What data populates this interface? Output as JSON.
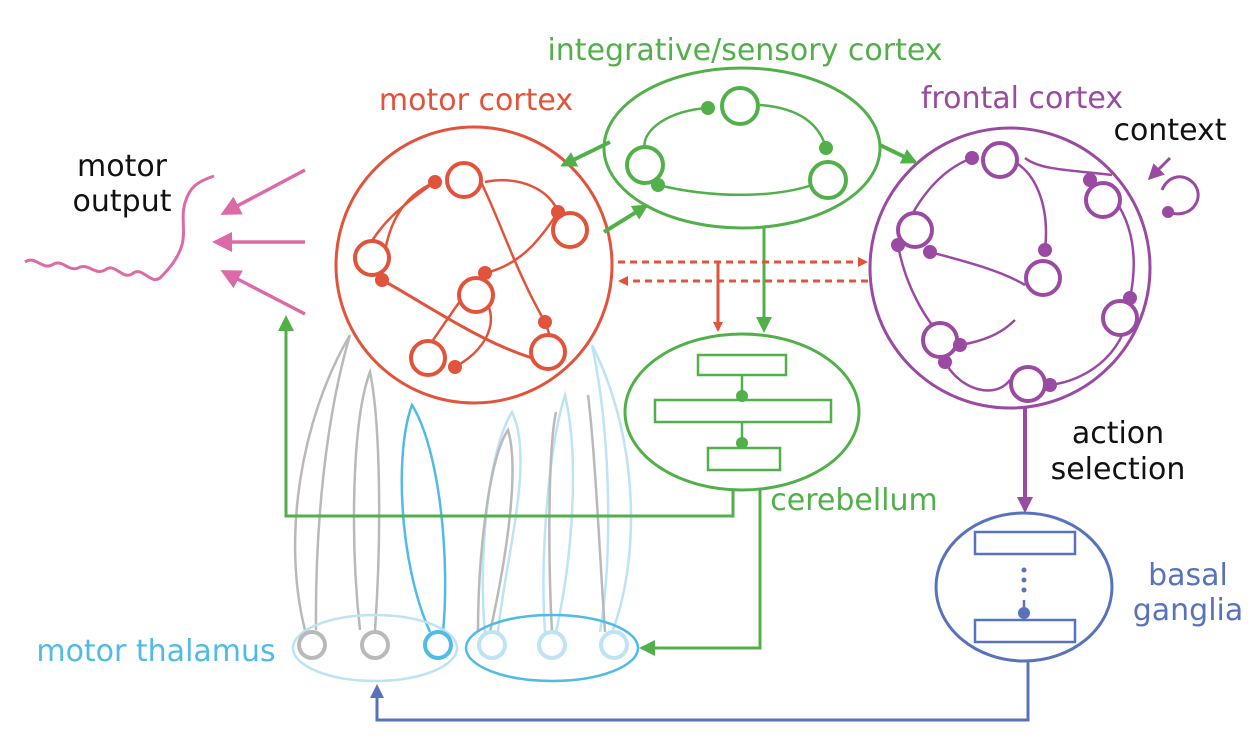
{
  "labels": {
    "integrative": "integrative/sensory cortex",
    "motor_cortex": "motor cortex",
    "frontal_cortex": "frontal cortex",
    "context": "context",
    "motor_output_line1": "motor",
    "motor_output_line2": "output",
    "action_line1": "action",
    "action_line2": "selection",
    "cerebellum": "cerebellum",
    "basal_line1": "basal",
    "basal_line2": "ganglia",
    "motor_thalamus": "motor thalamus"
  },
  "colors": {
    "motor": "#e2533b",
    "sensory": "#52b04a",
    "frontal": "#9a4aa2",
    "basal": "#5873bb",
    "thalamus": "#4fbbe6",
    "thalamus_light": "#bde3f4",
    "gray": "#b9b9b9",
    "output": "#dc6aa6",
    "text": "#111111"
  }
}
